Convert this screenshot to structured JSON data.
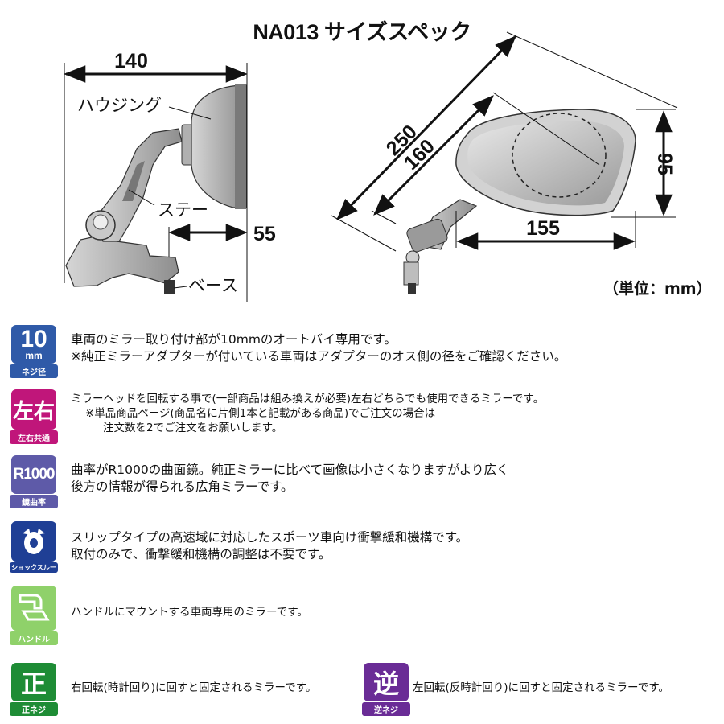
{
  "title": "NA013 サイズスペック",
  "unit_label": "（単位：mm）",
  "dimensions": {
    "width_side": "140",
    "stay_offset": "55",
    "total_length": "250",
    "mirror_length": "160",
    "mirror_height": "95",
    "mirror_width": "155"
  },
  "part_labels": {
    "housing": "ハウジング",
    "stay": "ステー",
    "base": "ベース"
  },
  "features": [
    {
      "badge_main": "10",
      "badge_sub": "mm",
      "badge_caption": "ネジ径",
      "color": "#2f5aa8",
      "lines": [
        "車両のミラー取り付け部が10mmのオートバイ専用です。",
        "※純正ミラーアダプターが付いている車両はアダプターのオス側の径をご確認ください。"
      ]
    },
    {
      "badge_main": "左右",
      "badge_caption": "左右共通",
      "color": "#c0167a",
      "lines": [
        "ミラーヘッドを回転する事で(一部商品は組み換えが必要)左右どちらでも使用できるミラーです。",
        "※単品商品ページ(商品名に片側1本と記載がある商品)でご注文の場合は",
        "注文数を2でご注文をお願いします。"
      ]
    },
    {
      "badge_main": "R1000",
      "badge_caption": "鏡曲率",
      "color": "#5e5aa8",
      "lines": [
        "曲率がR1000の曲面鏡。純正ミラーに比べて画像は小さくなりますがより広く",
        "後方の情報が得られる広角ミラーです。"
      ]
    },
    {
      "badge_caption": "ショックスルー",
      "color": "#1f3f95",
      "lines": [
        "スリップタイプの高速域に対応したスポーツ車向け衝撃緩和機構です。",
        "取付のみで、衝撃緩和機構の調整は不要です。"
      ]
    },
    {
      "badge_caption": "ハンドル",
      "color": "#8fd16a",
      "lines": [
        "ハンドルにマウントする車両専用のミラーです。"
      ]
    },
    {
      "badge_main": "正",
      "badge_caption": "正ネジ",
      "color": "#1e8c35",
      "lines": [
        "右回転(時計回り)に回すと固定されるミラーです。"
      ]
    },
    {
      "badge_main": "逆",
      "badge_caption": "逆ネジ",
      "color": "#6a2c96",
      "lines": [
        "左回転(反時計回り)に回すと固定されるミラーです。"
      ]
    }
  ]
}
